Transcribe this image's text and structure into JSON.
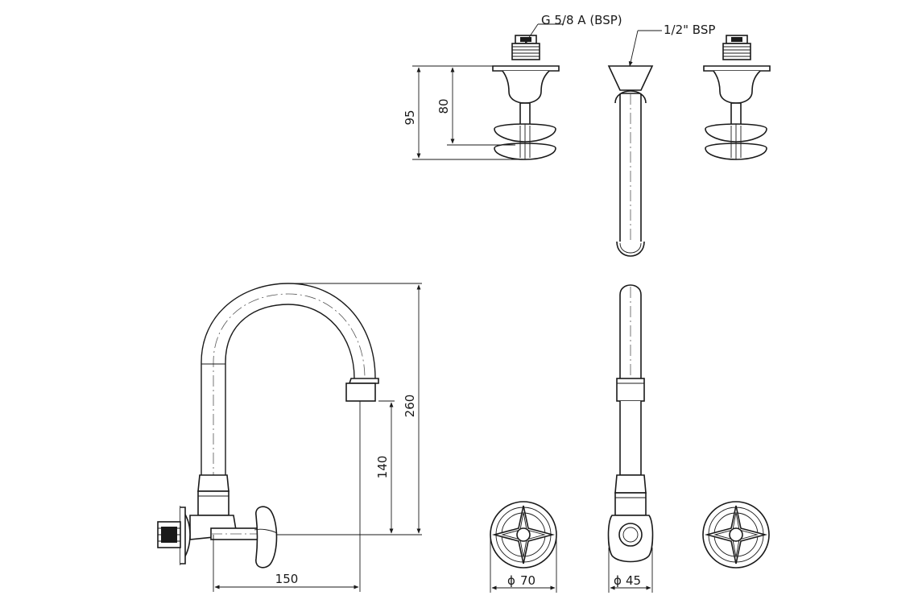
{
  "drawing": {
    "thread_label": "G 5/8 A (BSP)",
    "bsp_label": "1/2\" BSP",
    "dim_95": "95",
    "dim_80": "80",
    "dim_260": "260",
    "dim_140": "140",
    "dim_150": "150",
    "dim_d70": "70",
    "dim_d45": "45",
    "diameter_symbol": "ϕ"
  }
}
